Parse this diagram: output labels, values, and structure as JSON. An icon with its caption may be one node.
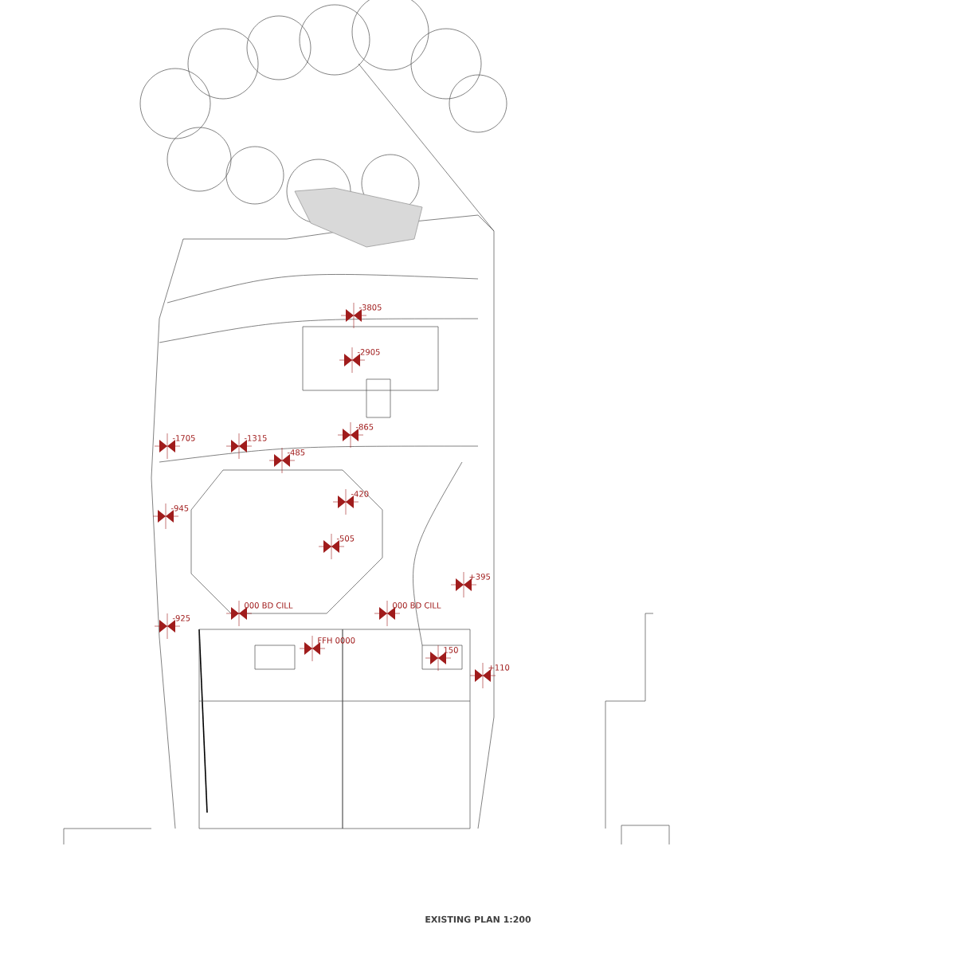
{
  "diagram": {
    "caption": "EXISTING PLAN 1:200",
    "labels": [
      "-3805",
      "-2905",
      "-1705",
      "-1315",
      "-485",
      "-865",
      "-420",
      "-945",
      "-505",
      "+395",
      "-925",
      "000 BD CILL",
      "000 BD CILL",
      "FFH 0000",
      "150",
      "+110"
    ]
  }
}
